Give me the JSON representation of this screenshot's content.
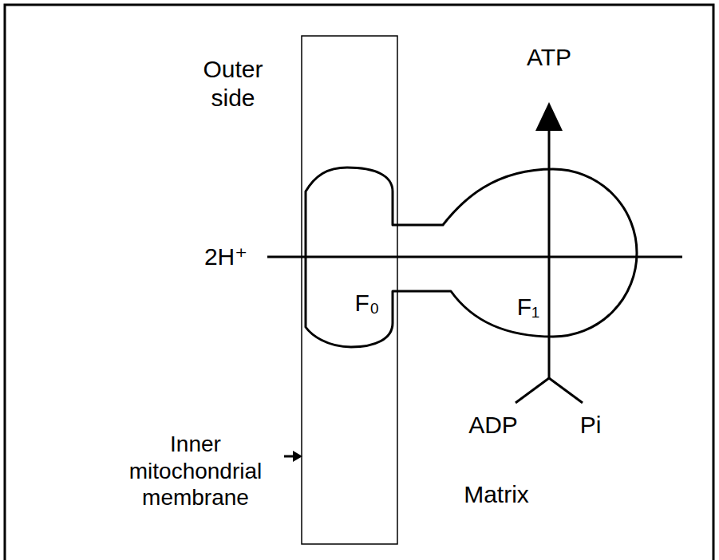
{
  "diagram": {
    "nodes": [
      {
        "text": [
          "F₀",
          "F₁"
        ]
      }
    ],
    "labels": [
      "Outer side",
      "2H⁺",
      "ATP",
      "ADP",
      "Pi",
      "Inner mitochondrial membrane",
      "Matrix"
    ]
  }
}
